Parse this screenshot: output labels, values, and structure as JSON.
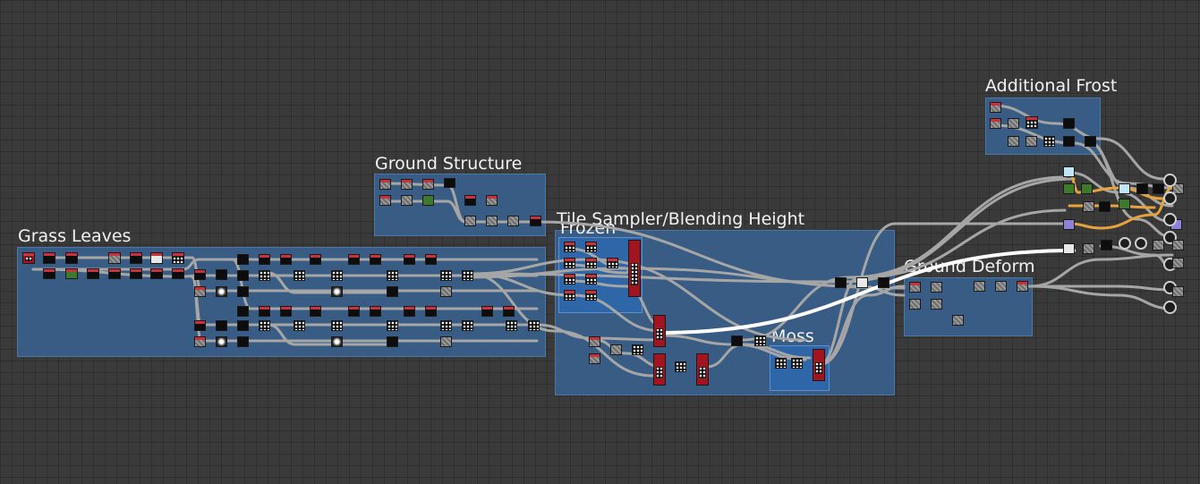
{
  "frames": [
    {
      "id": "grass-leaves",
      "title": "Grass Leaves"
    },
    {
      "id": "ground-structure",
      "title": "Ground Structure"
    },
    {
      "id": "tile-sampler",
      "title": "Tile Sampler/Blending Height"
    },
    {
      "id": "frozen",
      "title": "Frozen"
    },
    {
      "id": "moss",
      "title": "Moss"
    },
    {
      "id": "ground-deform",
      "title": "Ground Deform"
    },
    {
      "id": "additional-frost",
      "title": "Additional Frost"
    }
  ],
  "colors": {
    "canvas": "#3a3a3a",
    "frame": "#385c83",
    "frame_inner": "#2f66a8",
    "wire": "#a6a6a6",
    "wire_highlight": "#ffffff",
    "wire_orange": "#e6a23c",
    "node_red": "#a3141e",
    "node_header": "#c8323c"
  },
  "icons": [
    "node-thumbnail-icon",
    "output-node-icon"
  ]
}
